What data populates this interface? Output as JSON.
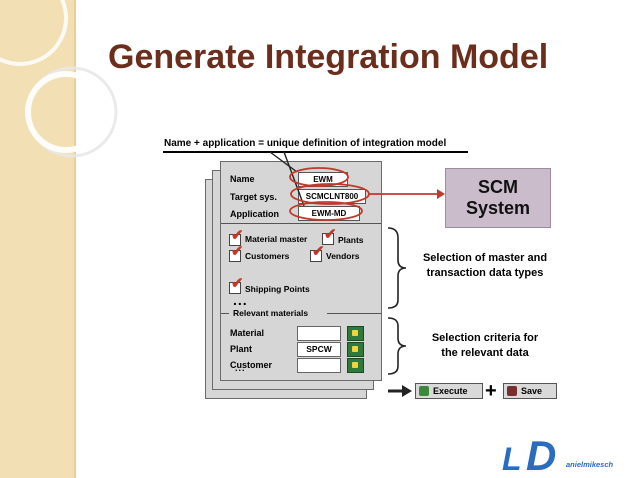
{
  "slide": {
    "title": "Generate Integration Model",
    "heading": "Name + application = unique definition of integration model"
  },
  "header_fields": [
    {
      "label": "Name",
      "value": "EWM"
    },
    {
      "label": "Target sys.",
      "value": "SCMCLNT800"
    },
    {
      "label": "Application",
      "value": "EWM-MD"
    }
  ],
  "checkboxes": [
    {
      "label": "Material master",
      "checked": true
    },
    {
      "label": "Plants",
      "checked": true
    },
    {
      "label": "Customers",
      "checked": true
    },
    {
      "label": "Vendors",
      "checked": true
    },
    {
      "label": "Shipping Points",
      "checked": true
    }
  ],
  "ellipsis_1": "...",
  "relevant_section": "Relevant materials",
  "criteria": [
    {
      "label": "Material",
      "value": ""
    },
    {
      "label": "Plant",
      "value": "SPCW"
    },
    {
      "label": "Customer",
      "value": ""
    }
  ],
  "ellipsis_2": "...",
  "scm_box": "SCM\nSystem",
  "notes": {
    "master_data": "Selection of master and\ntransaction data types",
    "criteria": "Selection criteria for\nthe relevant data"
  },
  "actions": {
    "execute": "Execute",
    "plus": "+",
    "save": "Save"
  },
  "logo": {
    "letter_1": "L",
    "letter_2": "D",
    "text": "anielmikesch"
  },
  "colors": {
    "title": "#6b2d1c",
    "accent_red": "#c0392b",
    "scm_box": "#cbbccc",
    "logo_blue": "#2a6cc0",
    "strip": "#f2dfb3"
  }
}
